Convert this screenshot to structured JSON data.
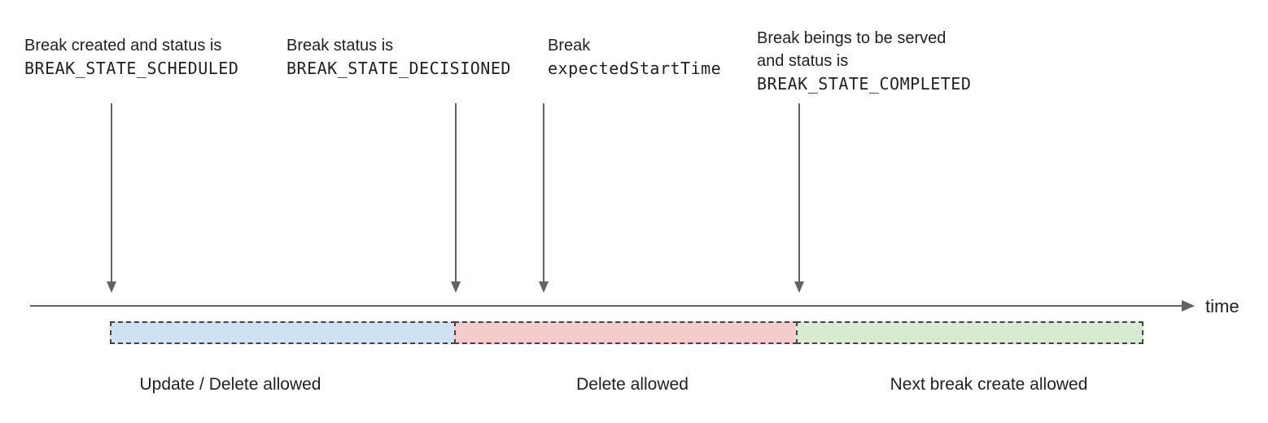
{
  "diagram": {
    "annotations": [
      {
        "lines": [
          {
            "text": "Break created and status is"
          },
          {
            "text": "BREAK_STATE_SCHEDULED"
          }
        ]
      },
      {
        "lines": [
          {
            "text": "Break status is"
          },
          {
            "text": "BREAK_STATE_DECISIONED"
          }
        ]
      },
      {
        "lines": [
          {
            "text": "Break"
          },
          {
            "text": "expectedStartTime"
          }
        ]
      },
      {
        "lines": [
          {
            "text": "Break beings to be served"
          },
          {
            "text": "and status is"
          },
          {
            "text": "BREAK_STATE_COMPLETED"
          }
        ]
      }
    ],
    "axis": {
      "label": "time",
      "line_color": "#5f6368"
    },
    "segments": [
      {
        "label": "Update / Delete allowed",
        "fill": "#cfe2f3"
      },
      {
        "label": "Delete allowed",
        "fill": "#f4cccc"
      },
      {
        "label": "Next break create allowed",
        "fill": "#d9ead3"
      }
    ],
    "border_color": "#434343",
    "text_color": "#202124"
  }
}
